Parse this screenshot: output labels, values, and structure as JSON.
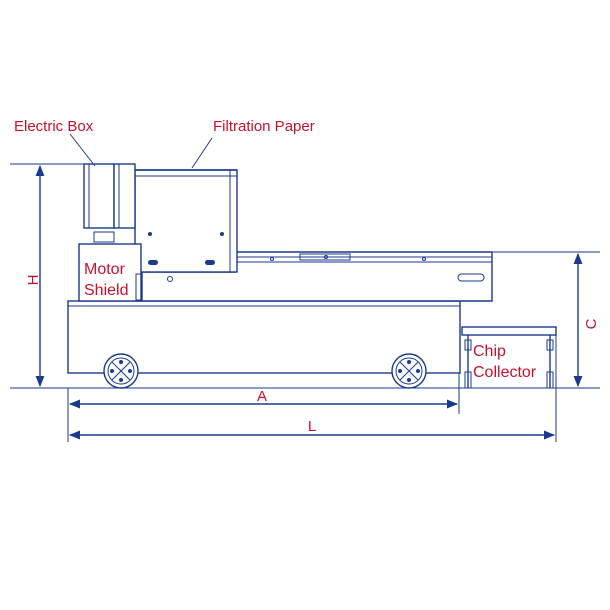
{
  "labels": {
    "electric_box": "Electric Box",
    "filtration_paper": "Filtration Paper",
    "motor_line1": "Motor",
    "motor_line2": "Shield",
    "chip_line1": "Chip",
    "chip_line2": "Collector"
  },
  "dimensions": {
    "height": "H",
    "chip_height": "C",
    "base_length": "A",
    "total_length": "L"
  },
  "colors": {
    "line": "#1a3a8c",
    "label": "#c8102e"
  }
}
